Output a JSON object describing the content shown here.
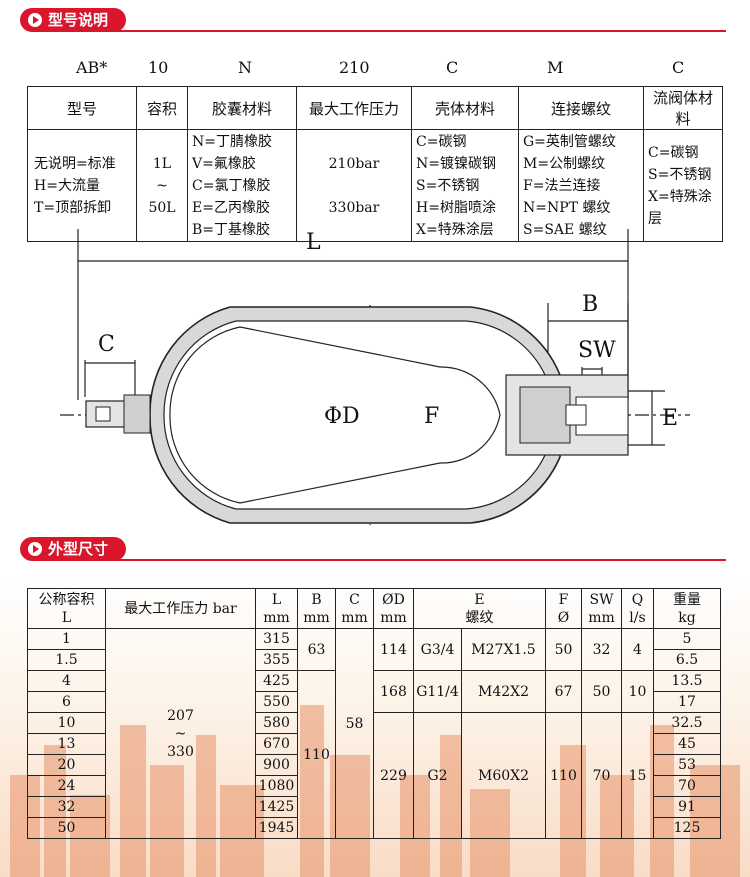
{
  "section1": {
    "title": "型号说明"
  },
  "codes": [
    "AB*",
    "10",
    "N",
    "210",
    "C",
    "M",
    "C"
  ],
  "model_table": {
    "headers": [
      "型号",
      "容积",
      "胶囊材料",
      "最大工作压力",
      "壳体材料",
      "连接螺纹",
      "流阀体材料"
    ],
    "columns": [
      [
        "无说明=标准",
        "H=大流量",
        "T=顶部拆卸"
      ],
      [
        "1L",
        "~",
        "50L"
      ],
      [
        "N=丁腈橡胶",
        "V=氟橡胶",
        "C=氯丁橡胶",
        "E=乙丙橡胶",
        "B=丁基橡胶"
      ],
      [
        "210bar",
        "330bar"
      ],
      [
        "C=碳钢",
        "N=镀镍碳钢",
        "S=不锈钢",
        "H=树脂喷涂",
        "X=特殊涂层"
      ],
      [
        "G=英制管螺纹",
        "M=公制螺纹",
        "F=法兰连接",
        "N=NPT 螺纹",
        "S=SAE 螺纹"
      ],
      [
        "C=碳钢",
        "S=不锈钢",
        "X=特殊涂层"
      ]
    ]
  },
  "diagram": {
    "labels": {
      "L": "L",
      "B": "B",
      "C": "C",
      "SW": "SW",
      "D": "ΦD",
      "F": "F",
      "E": "E"
    }
  },
  "section2": {
    "title": "外型尺寸"
  },
  "dim_table": {
    "h": {
      "cap1": "公称容积",
      "cap2": "L",
      "press": "最大工作压力 bar",
      "l1": "L",
      "l2": "mm",
      "b1": "B",
      "b2": "mm",
      "c1": "C",
      "c2": "mm",
      "d1": "ØD",
      "d2": "mm",
      "e1": "E",
      "e2": "螺纹",
      "f1": "F",
      "f2": "Ø",
      "sw1": "SW",
      "sw2": "mm",
      "q1": "Q",
      "q2": "l/s",
      "w1": "重量",
      "w2": "kg"
    },
    "capacity": [
      "1",
      "1.5",
      "4",
      "6",
      "10",
      "13",
      "20",
      "24",
      "32",
      "50"
    ],
    "pressure": {
      "top": "207",
      "mid": "~",
      "bot": "330"
    },
    "L": [
      "315",
      "355",
      "425",
      "550",
      "580",
      "670",
      "900",
      "1080",
      "1425",
      "1945"
    ],
    "B": [
      "63",
      "110"
    ],
    "C": "58",
    "D": [
      "114",
      "168",
      "229"
    ],
    "E1": [
      "G3/4",
      "G11/4",
      "G2"
    ],
    "E2": [
      "M27X1.5",
      "M42X2",
      "M60X2"
    ],
    "F": [
      "50",
      "67",
      "110"
    ],
    "SW": [
      "32",
      "50",
      "70"
    ],
    "Q": [
      "4",
      "10",
      "15"
    ],
    "weight": [
      "5",
      "6.5",
      "13.5",
      "17",
      "32.5",
      "45",
      "53",
      "70",
      "91",
      "125"
    ]
  }
}
